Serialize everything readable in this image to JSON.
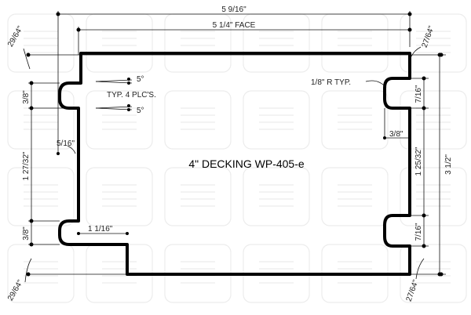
{
  "title": "4\" DECKING  WP-405-e",
  "dimensions": {
    "overall_width": "5 9/16\"",
    "face_width": "5 1/4\" FACE",
    "top_left_offset": "29/64\"",
    "top_right_offset": "27/64\"",
    "bottom_left_offset": "29/64\"",
    "bottom_right_offset": "27/64\"",
    "angle_top": "5°",
    "angle_bottom": "5°",
    "typ_note": "TYP. 4 PLC'S.",
    "radius_note": "1/8\" R TYP.",
    "left_upper_notch": "3/8\"",
    "left_lower_notch": "3/8\"",
    "left_inset": "5/16\"",
    "left_middle": "1 27/32\"",
    "bottom_step": "1 1/16\"",
    "right_notch_depth": "3/8\"",
    "right_upper": "7/16\"",
    "right_lower": "7/16\"",
    "right_middle": "1 25/32\"",
    "overall_height": "3 1/2\""
  }
}
